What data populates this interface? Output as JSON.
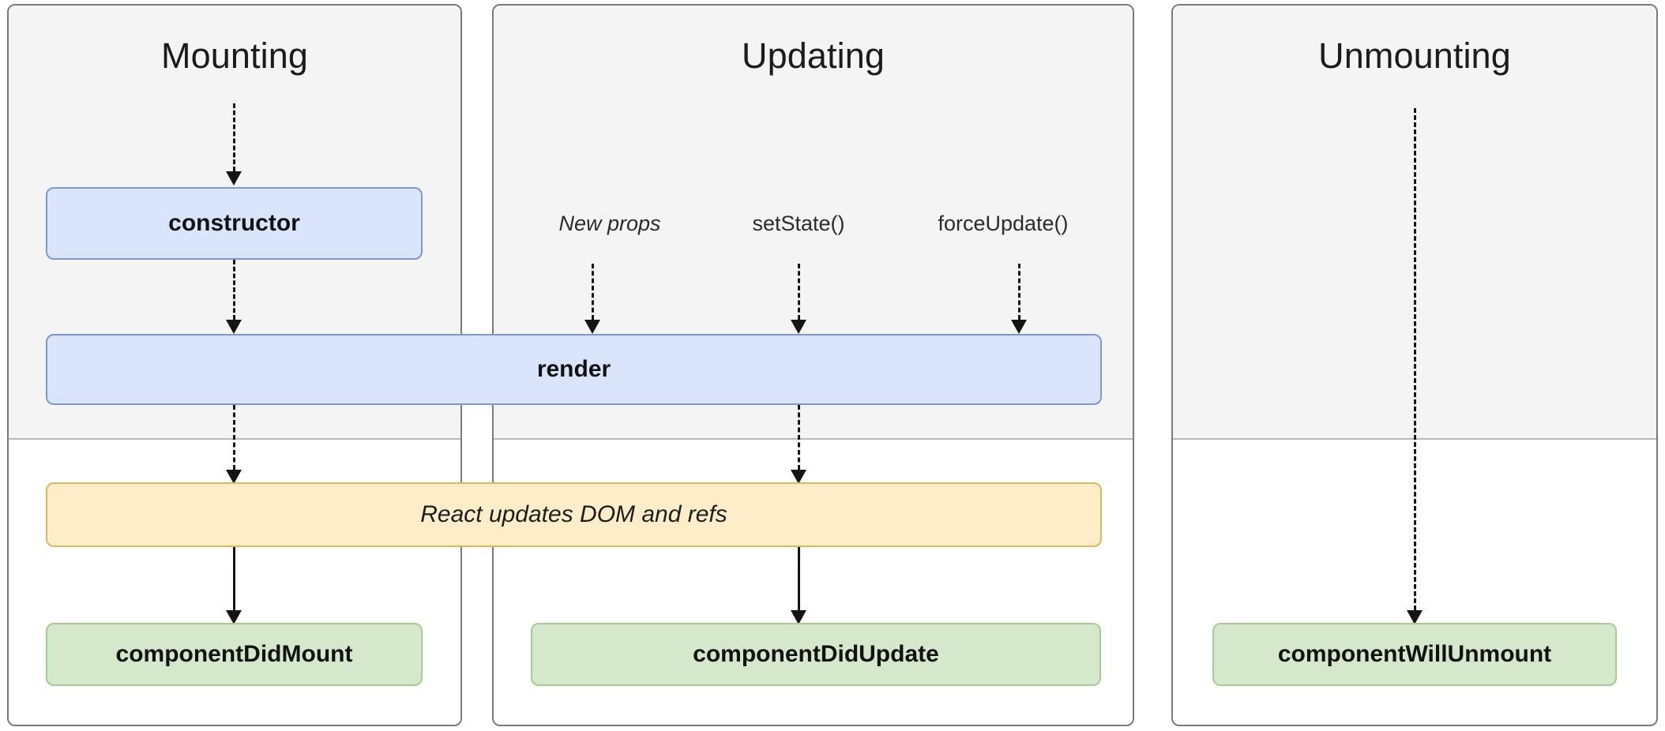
{
  "diagram": {
    "title_semantic": "react-component-lifecycle",
    "colors": {
      "panel_border": "#7a7a7a",
      "panel_top_bg": "#f4f4f4",
      "panel_body_bg": "#ffffff",
      "blue_fill": "#dae5fb",
      "blue_border": "#7b9ad4",
      "green_fill": "#d6e8cc",
      "green_border": "#a8cb93",
      "amber_fill": "#fdeec9",
      "amber_border": "#ddb75c",
      "arrow": "#141414"
    }
  },
  "phases": [
    {
      "id": "mounting",
      "title": "Mounting"
    },
    {
      "id": "updating",
      "title": "Updating"
    },
    {
      "id": "unmounting",
      "title": "Unmounting"
    }
  ],
  "triggers": [
    {
      "id": "new-props",
      "label": "New props",
      "style": "italic"
    },
    {
      "id": "set-state",
      "label": "setState()",
      "style": "normal"
    },
    {
      "id": "force-update",
      "label": "forceUpdate()",
      "style": "normal"
    }
  ],
  "nodes": {
    "constructor": {
      "label": "constructor",
      "kind": "render-phase",
      "color": "blue"
    },
    "render": {
      "label": "render",
      "kind": "render-phase",
      "color": "blue"
    },
    "react_updates": {
      "label": "React updates DOM and refs",
      "kind": "commit-phase",
      "color": "amber"
    },
    "component_did_mount": {
      "label": "componentDidMount",
      "kind": "commit-phase",
      "color": "green"
    },
    "component_did_update": {
      "label": "componentDidUpdate",
      "kind": "commit-phase",
      "color": "green"
    },
    "component_will_unmount": {
      "label": "componentWillUnmount",
      "kind": "commit-phase",
      "color": "green"
    }
  }
}
